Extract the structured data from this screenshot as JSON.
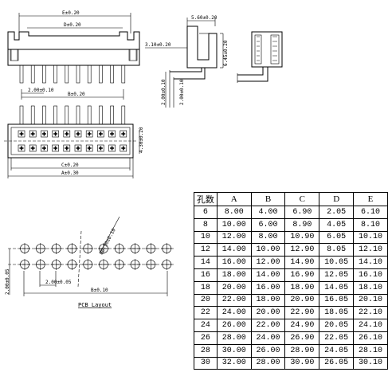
{
  "front_view": {
    "dim_e": "E±0.20",
    "dim_d": "D±0.20",
    "dim_pitch": "2.00±0.10",
    "dim_b": "B±0.20"
  },
  "top_view": {
    "dim_c": "C±0.20",
    "dim_a": "A±0.30",
    "dim_height": "4.30±0.20"
  },
  "side_view": {
    "dim_width": "5.60±0.20",
    "dim_left": "3.10±0.20",
    "dim_height": "6.45±0.20",
    "dim_pin_low": "2.00±0.10",
    "dim_pin_mid": "2.00±0.10"
  },
  "pcb": {
    "dim_hole": "Ø0.90±0.10",
    "dim_row": "2.00±0.05",
    "dim_pitch": "2.00±0.05",
    "dim_b": "B±0.10",
    "title": "PCB Layout"
  },
  "table": {
    "headers": [
      "孔数",
      "A",
      "B",
      "C",
      "D",
      "E"
    ],
    "rows": [
      [
        "6",
        "8.00",
        "4.00",
        "6.90",
        "2.05",
        "6.10"
      ],
      [
        "8",
        "10.00",
        "6.00",
        "8.90",
        "4.05",
        "8.10"
      ],
      [
        "10",
        "12.00",
        "8.00",
        "10.90",
        "6.05",
        "10.10"
      ],
      [
        "12",
        "14.00",
        "10.00",
        "12.90",
        "8.05",
        "12.10"
      ],
      [
        "14",
        "16.00",
        "12.00",
        "14.90",
        "10.05",
        "14.10"
      ],
      [
        "16",
        "18.00",
        "14.00",
        "16.90",
        "12.05",
        "16.10"
      ],
      [
        "18",
        "20.00",
        "16.00",
        "18.90",
        "14.05",
        "18.10"
      ],
      [
        "20",
        "22.00",
        "18.00",
        "20.90",
        "16.05",
        "20.10"
      ],
      [
        "22",
        "24.00",
        "20.00",
        "22.90",
        "18.05",
        "22.10"
      ],
      [
        "24",
        "26.00",
        "22.00",
        "24.90",
        "20.05",
        "24.10"
      ],
      [
        "26",
        "28.00",
        "24.00",
        "26.90",
        "22.05",
        "26.10"
      ],
      [
        "28",
        "30.00",
        "26.00",
        "28.90",
        "24.05",
        "28.10"
      ],
      [
        "30",
        "32.00",
        "28.00",
        "30.90",
        "26.05",
        "30.10"
      ]
    ]
  }
}
